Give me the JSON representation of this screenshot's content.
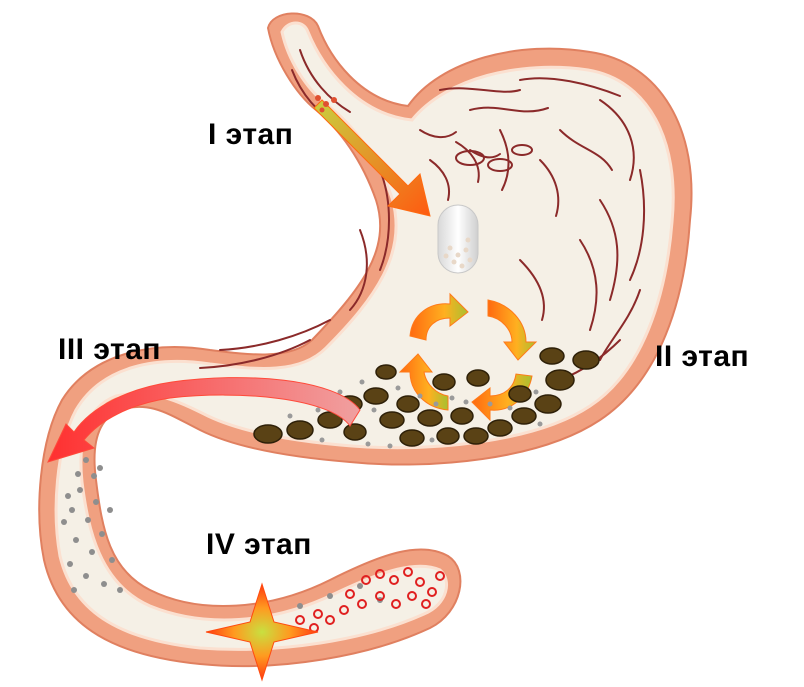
{
  "labels": {
    "stage1": "I этап",
    "stage2": "II этап",
    "stage3": "III этап",
    "stage4": "IV этап"
  },
  "colors": {
    "wall_outer": "#f0a080",
    "wall_inner": "#fbe0d0",
    "lumen": "#f5f0e6",
    "fold": "#8b2a2a",
    "particle_dark": "#5a4215",
    "particle_grey": "#9a9a9a",
    "arrow_orange": "#ff7a1a",
    "arrow_green": "#b8c830",
    "ring_red": "#e02020",
    "capsule": "#f2f2f2"
  }
}
